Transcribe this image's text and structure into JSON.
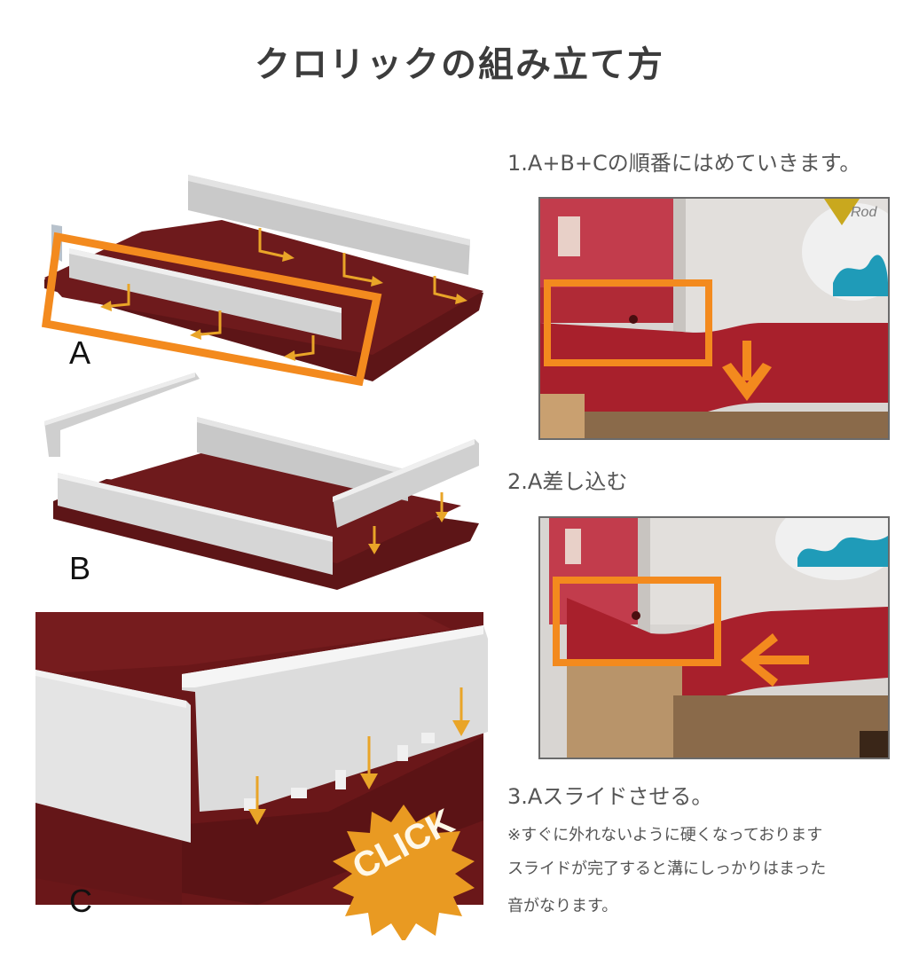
{
  "title": "クロリックの組み立て方",
  "colors": {
    "tray_maroon": "#6e1a1c",
    "tray_dark": "#561214",
    "panel_gray": "#d9d9d9",
    "panel_light": "#ececec",
    "accent_orange": "#f38a1e",
    "arrow_gold": "#e9a528",
    "photo_red": "#a8202c",
    "wood": "#8a6a4a",
    "teal": "#1f9bb8"
  },
  "diagrams": [
    {
      "id": "A",
      "label": "A",
      "description": "Tray with front panel A highlighted by orange frame, arrows showing panels sliding into slots"
    },
    {
      "id": "B",
      "label": "B",
      "description": "Tray with long panels inserted, short end panel being lowered with arrows"
    },
    {
      "id": "C",
      "label": "C",
      "description": "Close-up of corner with panel clicking into tray slots"
    }
  ],
  "click_badge": {
    "text": "CLICK"
  },
  "steps": [
    {
      "number": "1",
      "label": "1.A+B+Cの順番にはめていきます。",
      "photo": "photo-step1",
      "arrow": "down"
    },
    {
      "number": "2",
      "label": "2.A差し込む",
      "photo": "photo-step2",
      "arrow": "left"
    },
    {
      "number": "3",
      "label": "3.Aスライドさせる。"
    }
  ],
  "notes": [
    "※すぐに外れないように硬くなっております",
    "スライドが完了すると溝にしっかりはまった",
    "音がなります。"
  ],
  "photo_text": {
    "logo_fragment": "Rod"
  }
}
